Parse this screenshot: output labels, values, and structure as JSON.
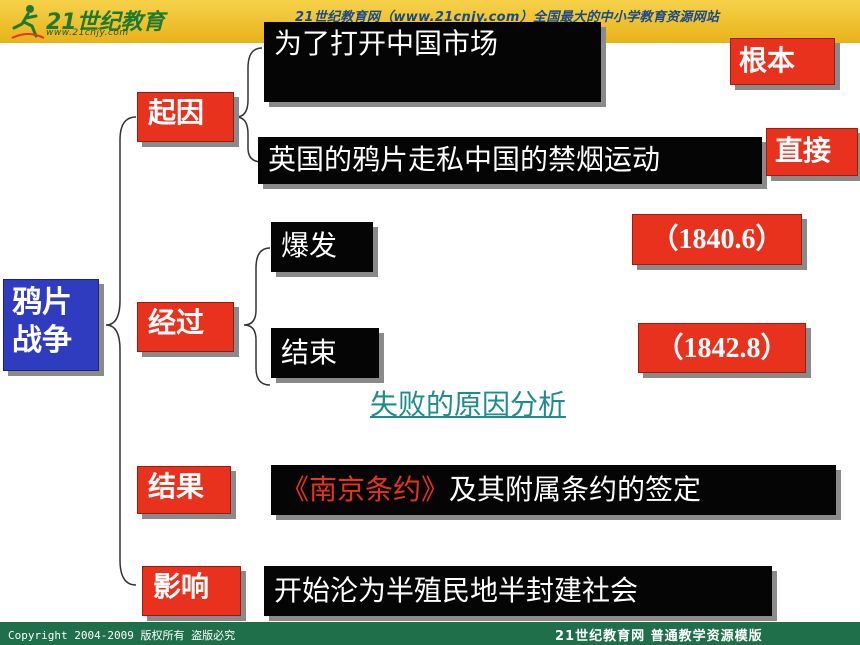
{
  "header": {
    "logo_text": "21世纪教育",
    "logo_url": "www.21cnjy.com",
    "slogan": "21世纪教育网（www.21cnjy.com）全国最大的中小学教育资源网站"
  },
  "footer": {
    "copyright": "Copyright 2004-2009 版权所有 盗版必究",
    "brand": "21世纪教育网  普通教学资源模版"
  },
  "diagram": {
    "root": "鸦片战争",
    "cause": {
      "label": "起因",
      "fundamental_text": "为了打开中国市场",
      "fundamental_tag": "根本",
      "direct_text": "英国的鸦片走私中国的禁烟运动",
      "direct_tag": "直接"
    },
    "process": {
      "label": "经过",
      "start_text": "爆发",
      "start_date": "（1840.6）",
      "end_text": "结束",
      "end_date": "（1842.8）",
      "analysis_link": "失败的原因分析"
    },
    "result": {
      "label": "结果",
      "treaty": "《南京条约》",
      "treaty_rest": "及其附属条约的签定"
    },
    "impact": {
      "label": "影响",
      "text": "开始沦为半殖民地半封建社会"
    }
  }
}
